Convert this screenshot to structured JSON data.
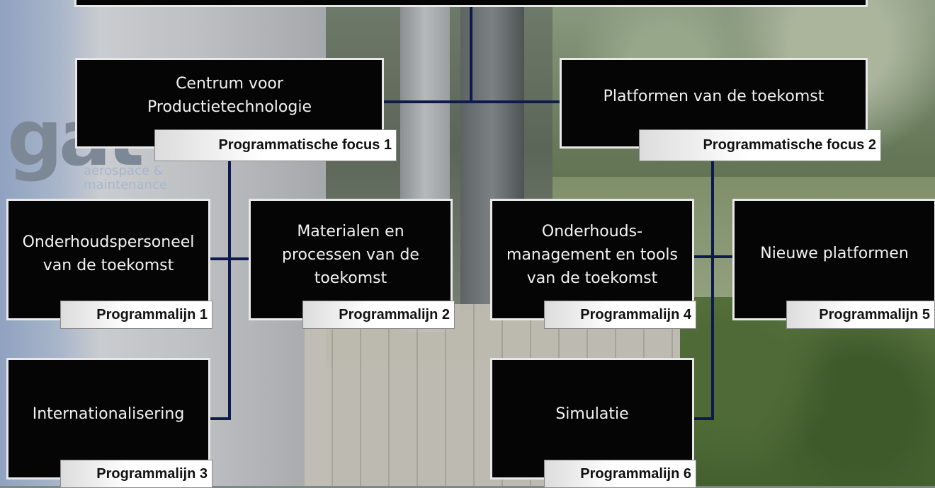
{
  "nodes": {
    "focus1": {
      "title": "Centrum voor Productietechnologie",
      "tag": "Programmatische focus 1"
    },
    "focus2": {
      "title": "Platformen van de toekomst",
      "tag": "Programmatische focus 2"
    },
    "lijn1": {
      "title": "Onderhoudspersoneel van de toekomst",
      "tag": "Programmalijn 1"
    },
    "lijn2": {
      "title": "Materialen en processen van de toekomst",
      "tag": "Programmalijn 2"
    },
    "lijn3": {
      "title": "Internationalisering",
      "tag": "Programmalijn 3"
    },
    "lijn4": {
      "title": "Onderhouds-management en tools van de toekomst",
      "tag": "Programmalijn 4"
    },
    "lijn5": {
      "title": "Nieuwe platformen",
      "tag": "Programmalijn 5"
    },
    "lijn6": {
      "title": "Simulatie",
      "tag": "Programmalijn 6"
    }
  },
  "background": {
    "logo": "gato",
    "logo_sub": "aerospace & maintenance"
  },
  "colors": {
    "box": "#050505",
    "line": "#0e1a4f",
    "tag": "#ffffff"
  }
}
